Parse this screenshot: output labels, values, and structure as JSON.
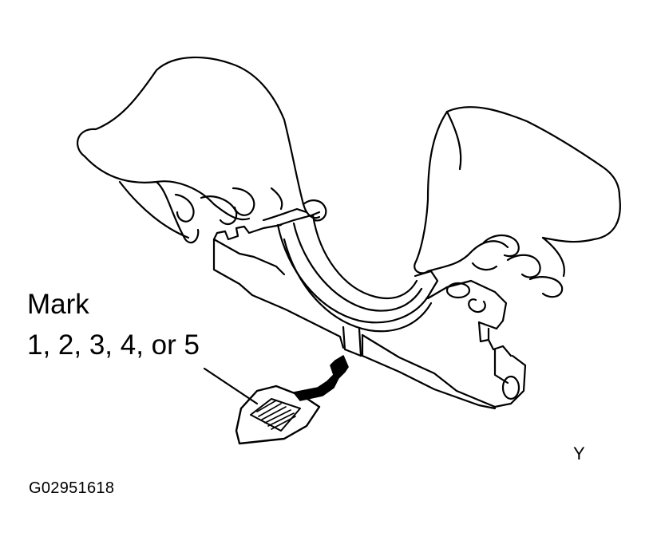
{
  "labels": {
    "mark_title": "Mark",
    "mark_values": "1, 2, 3, 4, or 5",
    "corner_letter": "Y",
    "figure_code": "G02951618"
  },
  "colors": {
    "ink": "#000000",
    "paper": "#ffffff"
  }
}
